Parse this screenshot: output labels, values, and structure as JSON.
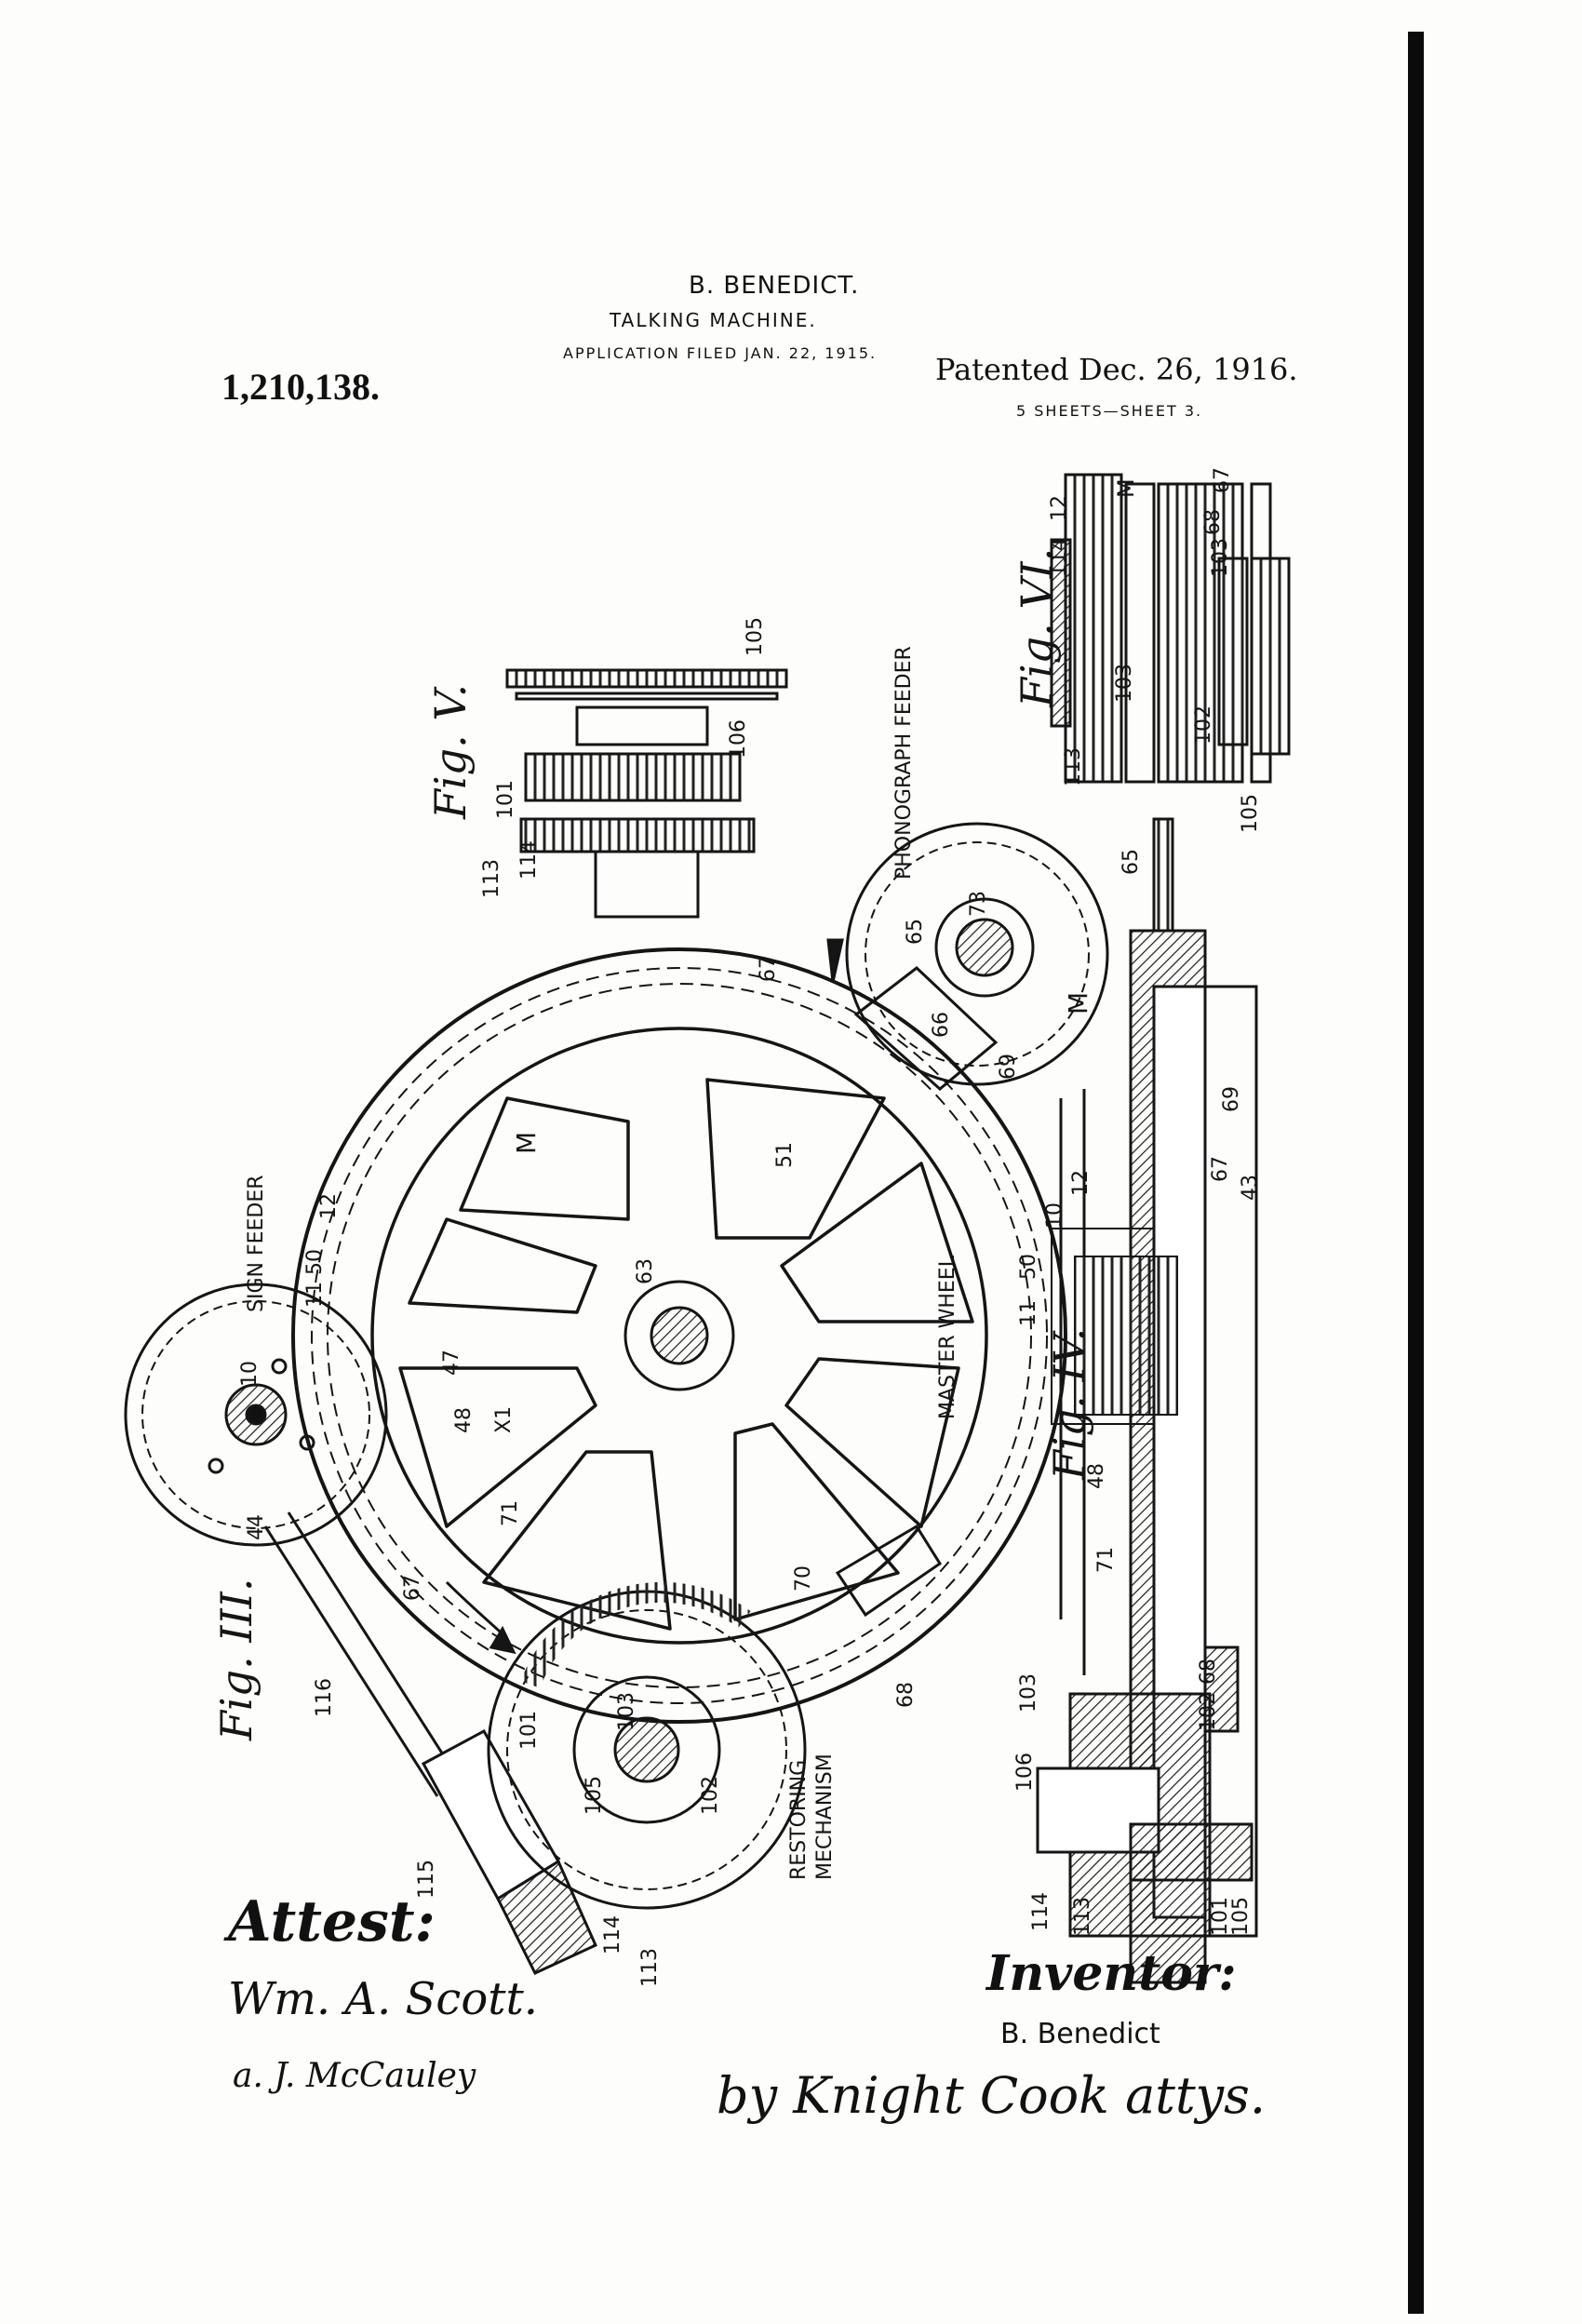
{
  "header": {
    "inventor_name": "B. BENEDICT.",
    "invention_title": "TALKING MACHINE.",
    "application_filed": "APPLICATION FILED JAN. 22, 1915.",
    "patent_number": "1,210,138.",
    "patented_date": "Patented Dec. 26, 1916.",
    "sheet_info": "5 SHEETS—SHEET 3."
  },
  "figures": {
    "fig3": {
      "title": "Fig. III.",
      "labels": {
        "sign_feeder": "SIGN FEEDER",
        "master_wheel": "MASTER WHEEL",
        "restoring_mechanism_1": "RESTORING",
        "restoring_mechanism_2": "MECHANISM",
        "phonograph_feeder": "PHONOGRAPH FEEDER",
        "M": "M",
        "n10": "10",
        "n11": "11",
        "n12": "12",
        "n44": "44",
        "n47": "47",
        "n48": "48",
        "n50": "50",
        "n51": "51",
        "n63": "63",
        "n65": "65",
        "n66": "66",
        "n67": "67",
        "n67b": "67",
        "n68": "68",
        "n69": "69",
        "n70": "70",
        "n71": "71",
        "n73": "73",
        "n101": "101",
        "n102": "102",
        "n103": "103",
        "n105": "105",
        "n113": "113",
        "n114": "114",
        "n115": "115",
        "n116": "116",
        "x1": "X1"
      }
    },
    "fig4": {
      "title": "Fig. IV.",
      "labels": {
        "M": "M",
        "n65": "65",
        "n69": "69",
        "n67": "67",
        "n43": "43",
        "n12": "12",
        "n10": "10",
        "n50": "50",
        "n11": "11",
        "n48": "48",
        "n71": "71",
        "n68": "68",
        "n102": "102",
        "n103": "103",
        "n106": "106",
        "n114": "114",
        "n113": "113",
        "n101": "101",
        "n105": "105"
      }
    },
    "fig5": {
      "title": "Fig. V.",
      "labels": {
        "n105": "105",
        "n106": "106",
        "n101": "101",
        "n114": "114",
        "n113": "113"
      }
    },
    "fig6": {
      "title": "Fig. VI.",
      "labels": {
        "M": "M",
        "n67": "67",
        "n68": "68",
        "n12": "12",
        "n103a": "103",
        "n103b": "103",
        "n114": "114",
        "n102": "102",
        "n113": "113",
        "n105": "105"
      }
    }
  },
  "attest": {
    "label": "Attest:",
    "witness_1": "Wm. A. Scott.",
    "witness_2": "a. J. McCauley"
  },
  "inventor_block": {
    "label": "Inventor:",
    "name": "B. Benedict",
    "attorneys": "by Knight Cook attys."
  }
}
